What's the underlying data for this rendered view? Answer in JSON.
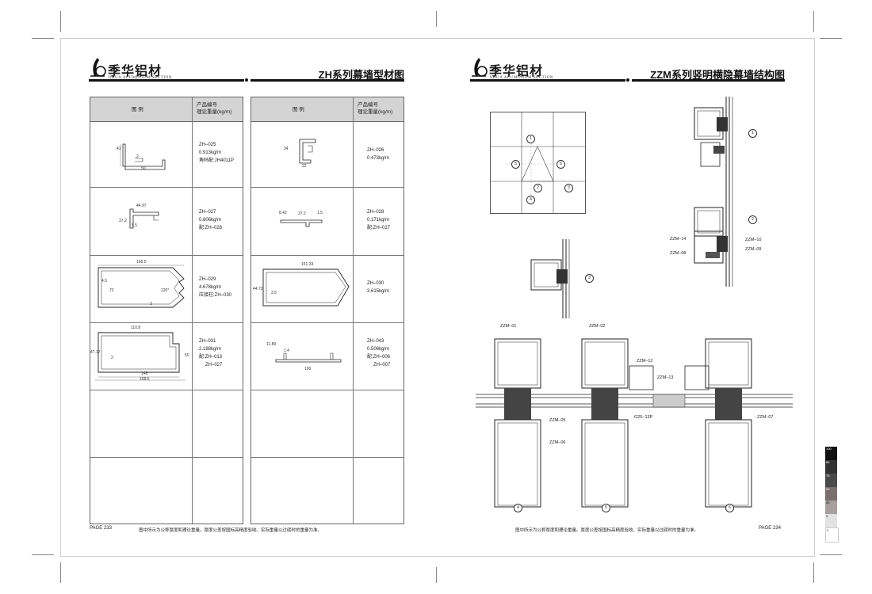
{
  "left_page": {
    "brand_cn": "季华铝材",
    "brand_en": "JIHUA ALUMINIUM SECTION",
    "title": "ZH系列幕墙型材图",
    "table_headers": {
      "legend": "图 例",
      "product_no": "产品编号",
      "weight": "理论重量(kg/m)"
    },
    "left_column": [
      {
        "lines": [
          "ZH–025",
          "0.913kg/m",
          "角码配:JH4011P"
        ],
        "dims": [
          "41",
          "2",
          "50"
        ]
      },
      {
        "lines": [
          "ZH–027",
          "0.806kg/m",
          "配:ZH–028"
        ],
        "dims": [
          "44.97",
          "37.2",
          "5.5"
        ]
      },
      {
        "lines": [
          "ZH–029",
          "4.678kg/m",
          "压接柱:ZH–030"
        ],
        "dims": [
          "166.5",
          "4.5",
          "72",
          "120°",
          "3"
        ]
      },
      {
        "lines": [
          "ZH–031",
          "2.188kg/m",
          "配:ZH–013",
          "ZH–027"
        ],
        "dims": [
          "110.8",
          "47.17",
          "2",
          "50",
          "148",
          "158.5"
        ]
      },
      {
        "lines": [],
        "dims": []
      },
      {
        "lines": [],
        "dims": []
      }
    ],
    "right_column": [
      {
        "lines": [
          "ZH–026",
          "0.473kg/m"
        ],
        "dims": [
          "34",
          "22"
        ]
      },
      {
        "lines": [
          "ZH–028",
          "0.171kg/m",
          "配:ZH–027"
        ],
        "dims": [
          "8.42",
          "37.2",
          "1.5"
        ]
      },
      {
        "lines": [
          "ZH–030",
          "3.615kg/m"
        ],
        "dims": [
          "151.33",
          "44.72",
          "3.5"
        ]
      },
      {
        "lines": [
          "ZH–043",
          "0.506kg/m",
          "配:ZH–006",
          "ZH–007"
        ],
        "dims": [
          "11.89",
          "1.4",
          "100"
        ]
      },
      {
        "lines": [],
        "dims": []
      },
      {
        "lines": [],
        "dims": []
      }
    ],
    "page_label": "PAGE 233",
    "footnote": "图中所示为公称厚度和理论重量。厚度公差按国标高精度验收。实际重量以过磅时的重量为准。"
  },
  "right_page": {
    "brand_cn": "季华铝材",
    "brand_en": "JIHUA ALUMINIUM SECTION",
    "title": "ZZM系列竖明横隐幕墙结构图",
    "grid_markers": [
      "1",
      "5",
      "6",
      "2",
      "3",
      "4"
    ],
    "section_markers": [
      "1",
      "2",
      "3",
      "4",
      "5",
      "6"
    ],
    "callouts": {
      "zzm14": "ZZM–14",
      "zzm10": "ZZM–10",
      "zzm08": "ZZM–08",
      "zzm09": "ZZM–09",
      "zzm01": "ZZM–01",
      "zzm02": "ZZM–02",
      "zzm12": "ZZM–12",
      "zzm13": "ZZM–13",
      "zzm05": "ZZM–05",
      "g25": "G25–13P",
      "zzm07": "ZZM–07",
      "zzm06": "ZZM–06"
    },
    "page_label": "PAGE 234",
    "footnote": "图中所示为公称厚度和理论重量。厚度公差按国标高精度验收。实际重量以过磅时的重量为准。"
  },
  "color_bar": [
    "100",
    "85",
    "75",
    "50",
    "25",
    "5",
    "0"
  ],
  "colors": {
    "header_gray": "#d4d4d4",
    "ink": "#111111",
    "line": "#666666"
  }
}
